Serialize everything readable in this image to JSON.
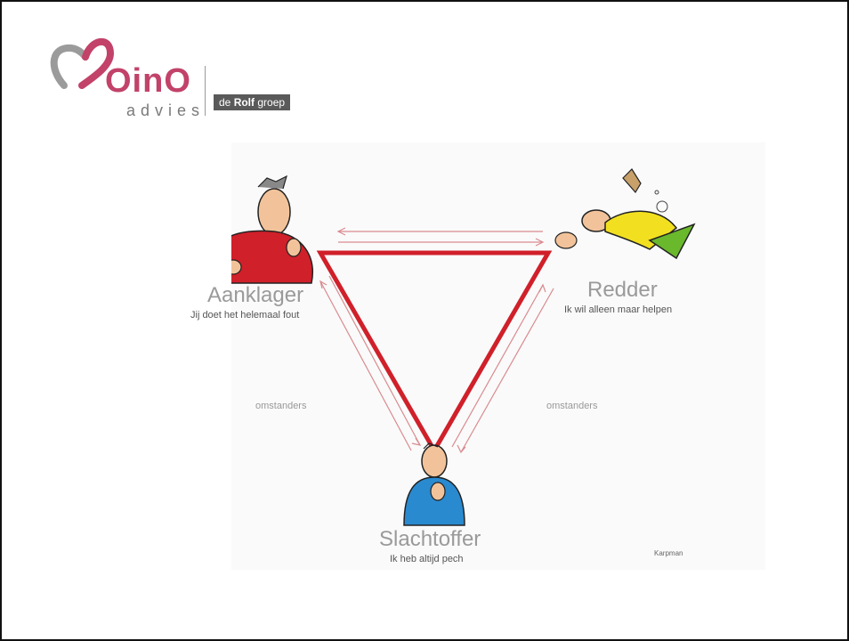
{
  "logo": {
    "brand": "OinO",
    "sub": "advies",
    "badge_pre": "de ",
    "badge_bold": "Rolf",
    "badge_post": " groep"
  },
  "diagram": {
    "roles": {
      "accuser": {
        "name": "Aanklager",
        "quote": "Jij doet het helemaal fout"
      },
      "rescuer": {
        "name": "Redder",
        "quote": "Ik wil alleen maar helpen"
      },
      "victim": {
        "name": "Slachtoffer",
        "quote": "Ik heb altijd pech"
      }
    },
    "bystanders_left": "omstanders",
    "bystanders_right": "omstanders",
    "credit": "Karpman"
  },
  "colors": {
    "triangle": "#d0202a",
    "brand": "#c2426a",
    "arrows": "#d98a8f"
  }
}
